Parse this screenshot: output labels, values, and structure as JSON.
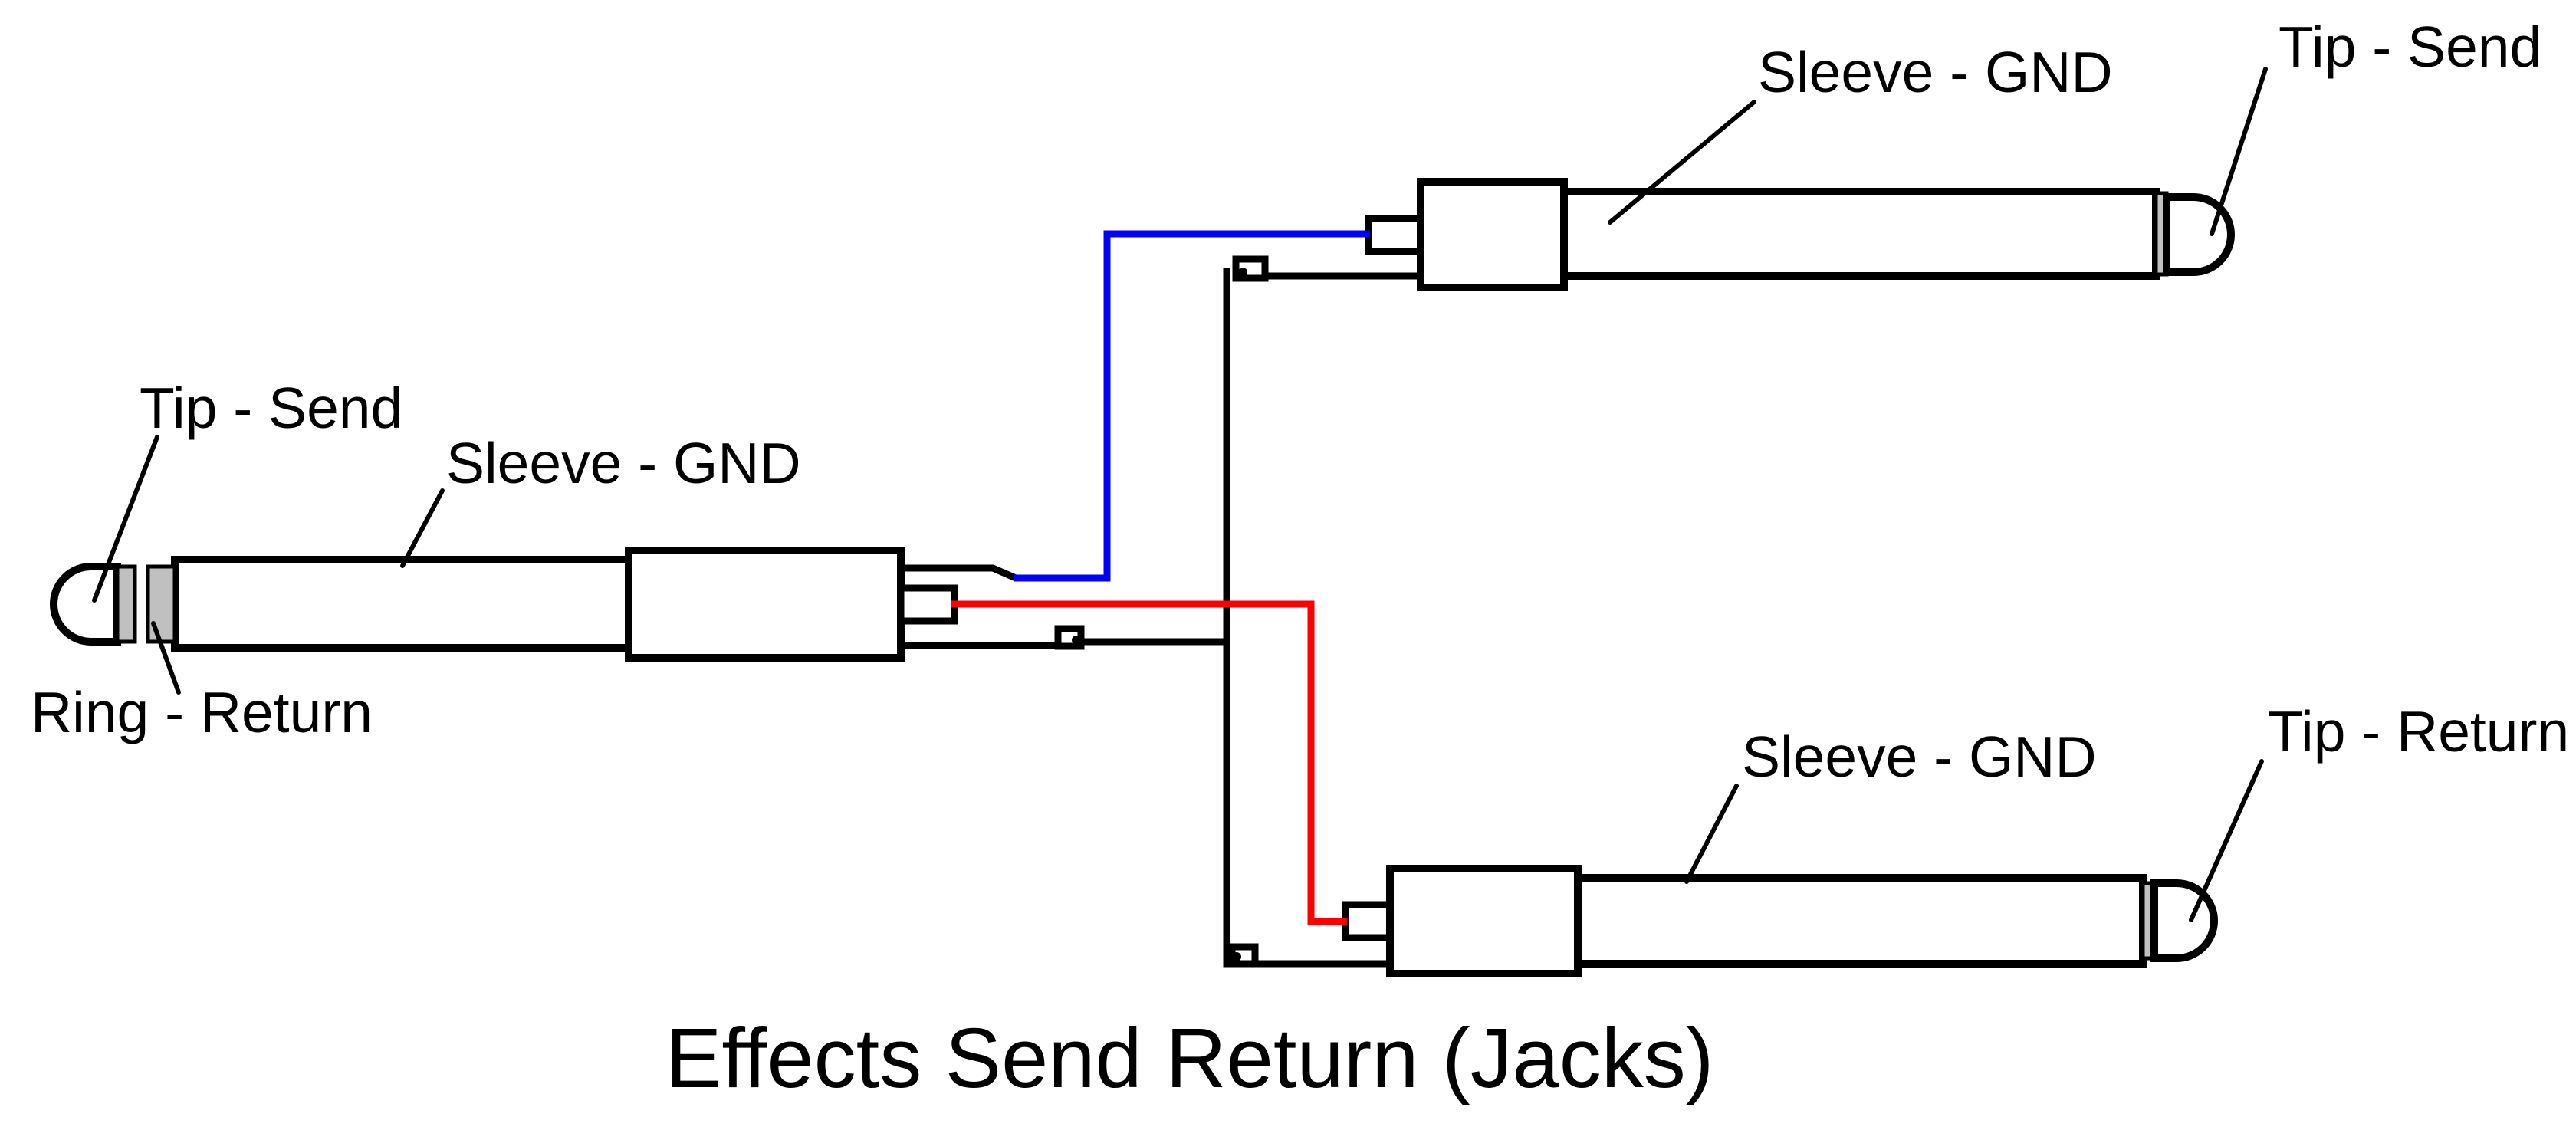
{
  "title": "Effects Send Return (Jacks)",
  "colors": {
    "background": "#ffffff",
    "outline": "#000000",
    "send_wire": "#0000ff",
    "return_wire": "#ff0000",
    "ground_wire": "#000000",
    "plug_band": "#c0c0c0"
  },
  "left_plug": {
    "type": "TRS plug (stereo jack)",
    "labels": {
      "tip": "Tip - Send",
      "sleeve": "Sleeve - GND",
      "ring": "Ring - Return"
    }
  },
  "top_right_plug": {
    "type": "TS plug (mono jack)",
    "labels": {
      "sleeve": "Sleeve - GND",
      "tip": "Tip - Send"
    }
  },
  "bottom_right_plug": {
    "type": "TS plug (mono jack)",
    "labels": {
      "sleeve": "Sleeve - GND",
      "tip": "Tip - Return"
    }
  }
}
